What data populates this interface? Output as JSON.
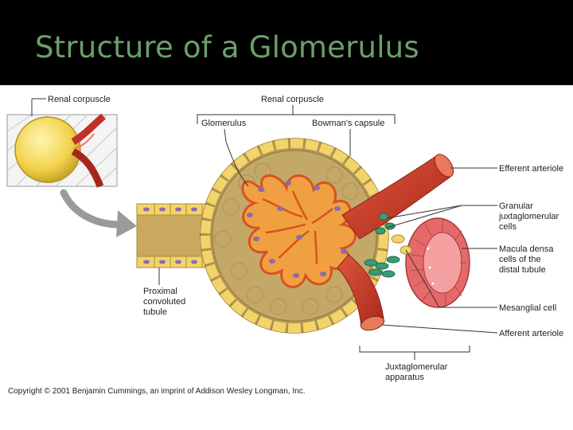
{
  "slide": {
    "title": "Structure of a Glomerulus"
  },
  "diagram": {
    "labels": {
      "renal_corpuscle_inset": "Renal corpuscle",
      "renal_corpuscle_top": "Renal corpuscle",
      "glomerulus": "Glomerulus",
      "bowmans_capsule": "Bowman's capsule",
      "efferent_arteriole": "Efferent arteriole",
      "granular_juxtaglomerular_cells": [
        "Granular",
        "juxtaglomerular",
        "cells"
      ],
      "macula_densa": [
        "Macula densa",
        "cells of the",
        "distal tubule"
      ],
      "mesanglial_cell": "Mesanglial cell",
      "afferent_arteriole": "Afferent arteriole",
      "proximal_convoluted_tubule": [
        "Proximal",
        "convoluted",
        "tubule"
      ],
      "juxtaglomerular_apparatus": [
        "Juxtaglomerular",
        "apparatus"
      ]
    },
    "copyright": "Copyright © 2001 Benjamin Cummings, an imprint of Addison Wesley Longman, Inc.",
    "colors": {
      "header_bg": "#000000",
      "title": "#6aa06a",
      "capsule_tan": "#c4a868",
      "capsule_cell": "#f2d46a",
      "capillary_red": "#d9521f",
      "capillary_orange": "#f0a040",
      "nucleus_purple": "#8a6bb0",
      "arteriole_red": "#c83a28",
      "granular_green": "#3a9a7a",
      "macula_pink": "#e46a6a",
      "leader_line": "#333333"
    }
  }
}
